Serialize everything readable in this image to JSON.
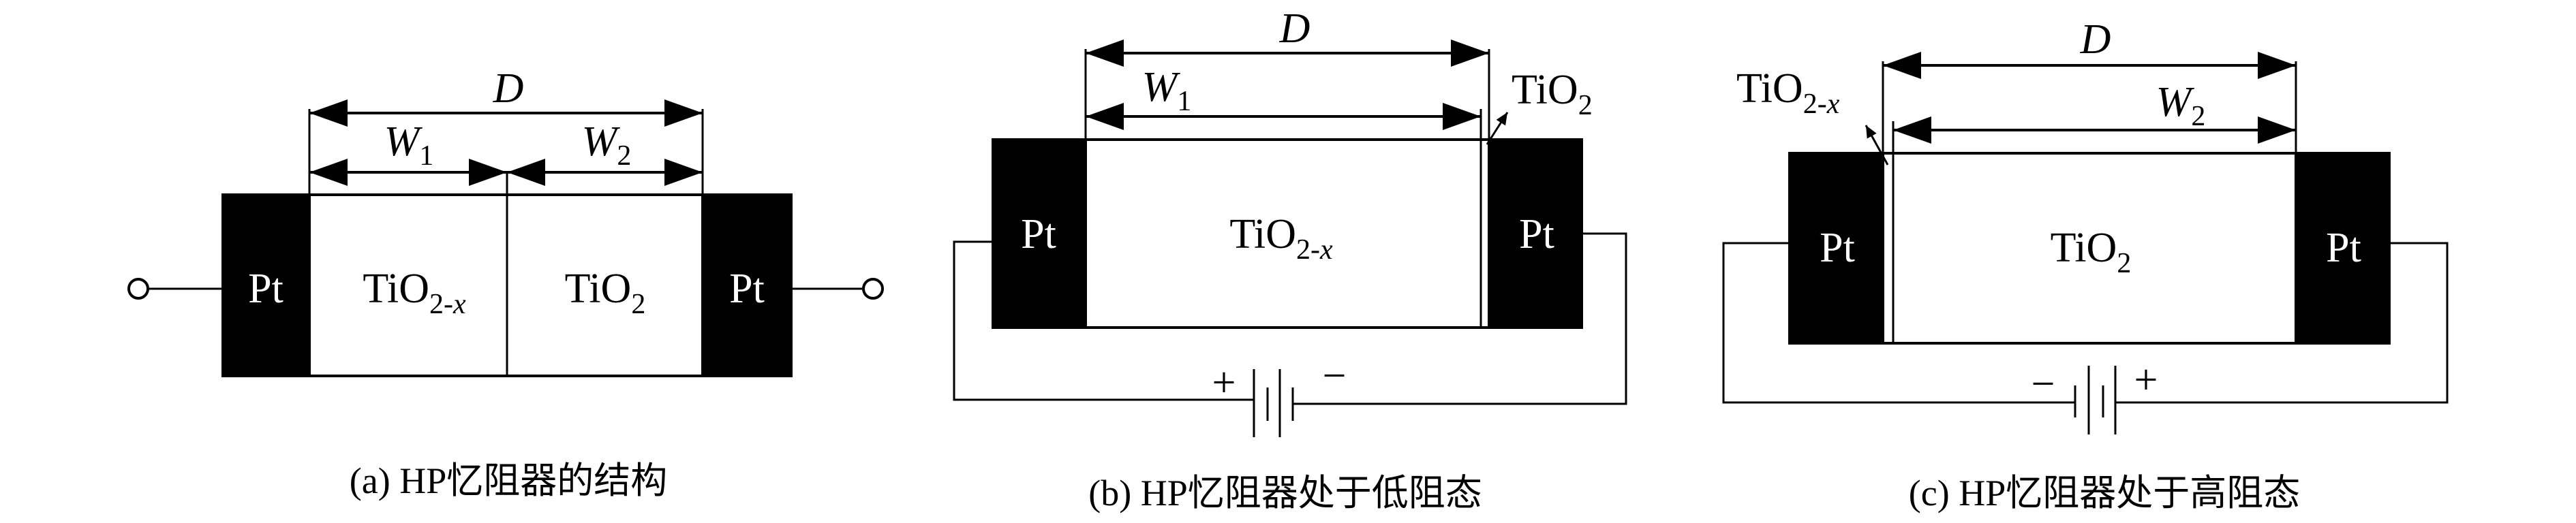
{
  "colors": {
    "electrode": "#000000",
    "oxide": "#ffffff",
    "line": "#000000"
  },
  "panel_a": {
    "electrode_left": "Pt",
    "electrode_right": "Pt",
    "region1": {
      "base": "TiO",
      "sub": "2-",
      "sub_var": "x"
    },
    "region2": {
      "base": "TiO",
      "sub": "2"
    },
    "dim_total": "D",
    "dim_w1": {
      "base": "W",
      "sub": "1"
    },
    "dim_w2": {
      "base": "W",
      "sub": "2"
    },
    "caption": "(a) HP忆阻器的结构"
  },
  "panel_b": {
    "electrode_left": "Pt",
    "electrode_right": "Pt",
    "region_main": {
      "base": "TiO",
      "sub": "2-",
      "sub_var": "x"
    },
    "thin_layer": {
      "base": "TiO",
      "sub": "2"
    },
    "dim_total": "D",
    "dim_w1": {
      "base": "W",
      "sub": "1"
    },
    "battery_plus": "+",
    "battery_minus": "−",
    "caption": "(b) HP忆阻器处于低阻态"
  },
  "panel_c": {
    "electrode_left": "Pt",
    "electrode_right": "Pt",
    "region_main": {
      "base": "TiO",
      "sub": "2"
    },
    "thin_layer": {
      "base": "TiO",
      "sub": "2-",
      "sub_var": "x"
    },
    "dim_total": "D",
    "dim_w2": {
      "base": "W",
      "sub": "2"
    },
    "battery_plus": "+",
    "battery_minus": "−",
    "caption": "(c) HP忆阻器处于高阻态"
  }
}
